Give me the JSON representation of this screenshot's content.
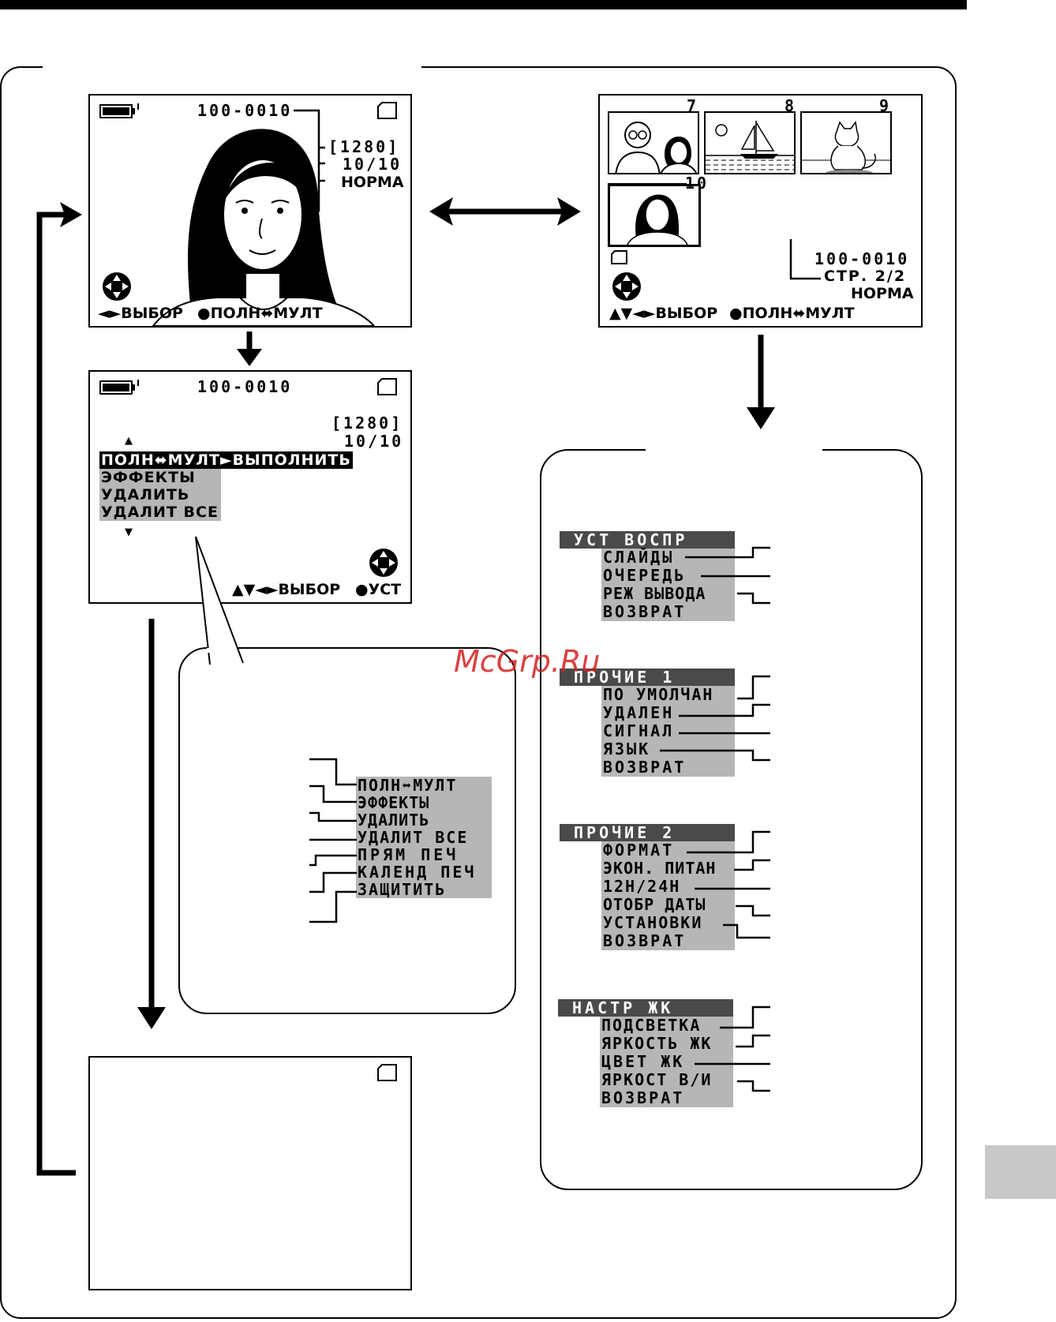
{
  "screen1": {
    "file_number": "100-0010",
    "resolution": "[1280]",
    "frame_count": "10/10",
    "quality": "НОРМА",
    "hint_select": "◄►ВЫБОР",
    "hint_toggle": "●ПОЛН⬌МУЛТ"
  },
  "screen2": {
    "thumb_numbers": [
      "7",
      "8",
      "9",
      "10"
    ],
    "file_number": "100-0010",
    "page": "СТР. 2/2",
    "quality": "НОРМА",
    "hint_select": "▲▼◄►ВЫБОР",
    "hint_toggle": "●ПОЛН⬌МУЛТ"
  },
  "screen3": {
    "file_number": "100-0010",
    "resolution": "[1280]",
    "frame_count": "10/10",
    "scroll_up": "▲",
    "scroll_down": "▼",
    "menu_items": [
      "ПОЛН⬌МУЛТ►ВЫПОЛНИТЬ",
      "ЭФФЕКТЫ",
      "УДАЛИТЬ",
      "УДАЛИТ ВСЕ"
    ],
    "hint_select": "▲▼◄►ВЫБОР",
    "hint_set": "●УСТ"
  },
  "callout_menu": [
    "ПОЛН⬌МУЛТ",
    "ЭФФЕКТЫ",
    "УДАЛИТЬ",
    "УДАЛИТ ВСЕ",
    "ПРЯМ ПЕЧ",
    "КАЛЕНД ПЕЧ",
    "ЗАЩИТИТЬ"
  ],
  "setup_menus": [
    {
      "title": "УСТ ВОСПР",
      "items": [
        "СЛАЙДЫ",
        "ОЧЕРЕДЬ",
        "РЕЖ ВЫВОДА",
        "ВОЗВРАТ"
      ]
    },
    {
      "title": "ПРОЧИЕ 1",
      "items": [
        "ПО УМОЛЧАН",
        "УДАЛЕН",
        "СИГНАЛ",
        "ЯЗЫК",
        "ВОЗВРАТ"
      ]
    },
    {
      "title": "ПРОЧИЕ 2",
      "items": [
        "ФОРМАТ",
        "ЭКОН. ПИТАН",
        "12H/24H",
        "ОТОБР ДАТЫ",
        "УСТАНОВКИ",
        "ВОЗВРАТ"
      ]
    },
    {
      "title": "НАСТР ЖК",
      "items": [
        "ПОДСВЕТКА",
        "ЯРКОСТЬ ЖК",
        "ЦВЕТ ЖК",
        "ЯРКОСТ В/И",
        "ВОЗВРАТ"
      ]
    }
  ],
  "watermark": "McGrp.Ru",
  "colors": {
    "menu_gray": "#b6b6b6",
    "menu_title": "#4a4a4a",
    "watermark": "#d42020"
  }
}
